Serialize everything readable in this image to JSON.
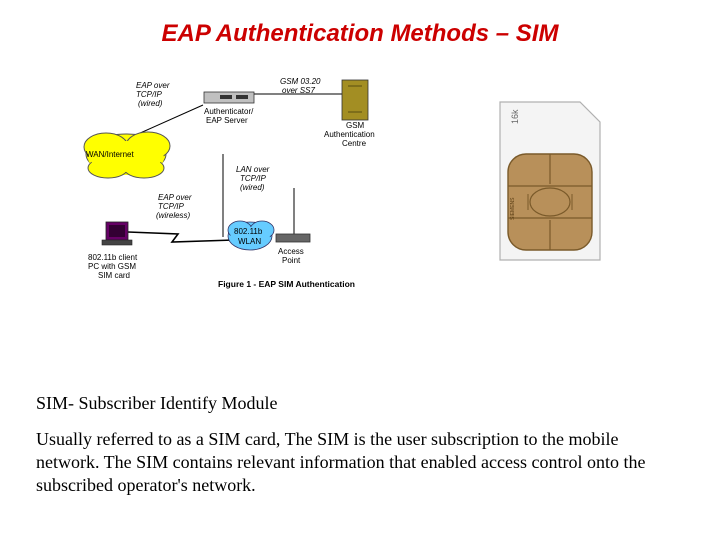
{
  "slide": {
    "title": "EAP Authentication Methods – SIM",
    "definition": "SIM- Subscriber Identify Module",
    "description": "Usually referred to as a SIM card,  The SIM is the user subscription to the mobile network.  The SIM contains relevant information that enabled access control onto the subscribed operator's network."
  },
  "diagram": {
    "caption": "Figure 1 - EAP SIM Authentication",
    "labels": {
      "eap_wired_1": "EAP over",
      "eap_wired_2": "TCP/IP",
      "eap_wired_3": "(wired)",
      "gsm_link_1": "GSM 03.20",
      "gsm_link_2": "over SS7",
      "auth_1": "Authenticator/",
      "auth_2": "EAP Server",
      "gsm_auc_1": "GSM",
      "gsm_auc_2": "Authentication",
      "gsm_auc_3": "Centre",
      "wan": "WAN/Internet",
      "lan_1": "LAN over",
      "lan_2": "TCP/IP",
      "lan_3": "(wired)",
      "eap_wireless_1": "EAP over",
      "eap_wireless_2": "TCP/IP",
      "eap_wireless_3": "(wireless)",
      "wlan_1": "802.11b",
      "wlan_2": "WLAN",
      "ap_1": "Access",
      "ap_2": "Point",
      "client_1": "802.11b client",
      "client_2": "PC with GSM",
      "client_3": "SIM card"
    }
  },
  "sim_card": {
    "label": "16k",
    "chip_mark": "SIEMENS"
  },
  "colors": {
    "title": "#cc0000",
    "cloud": "#ffff00",
    "wlan_cloud": "#66ccff",
    "gsm_box": "#a38e23",
    "client_pc": "#660066",
    "chip": "#b8905a",
    "card": "#f4f4f4"
  }
}
